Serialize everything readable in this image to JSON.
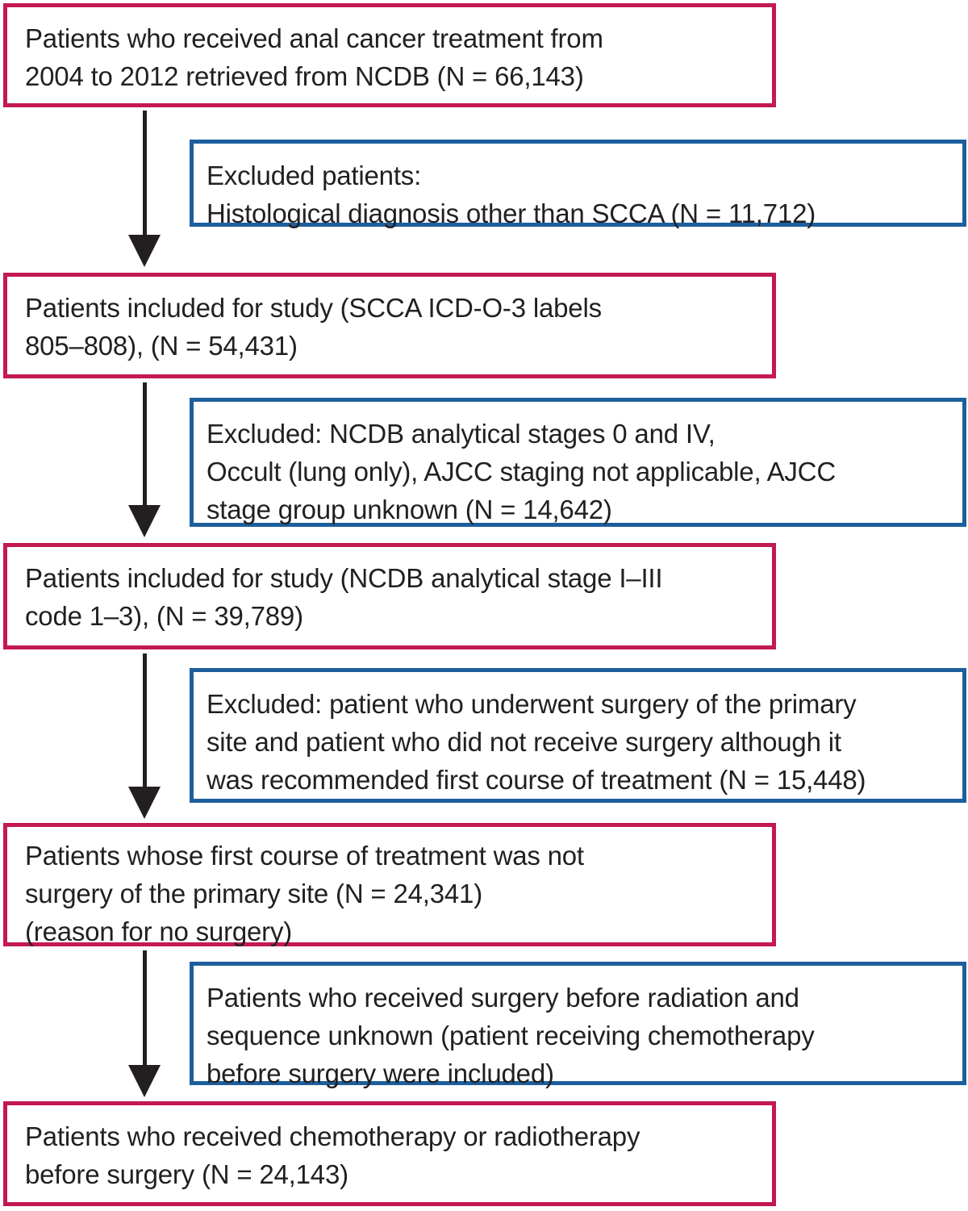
{
  "diagram": {
    "kind": "patient-selection-flowchart",
    "colors": {
      "cohort_border": "#c31951",
      "exclusion_border": "#1d5f9c",
      "text": "#231f20",
      "arrow": "#231f20",
      "background": "#ffffff"
    },
    "cohort_boxes": [
      {
        "label": "Patients who received anal cancer treatment from\n2004 to 2012 retrieved from NCDB (N = 66,143)",
        "n": "66,143"
      },
      {
        "label": "Patients included for study (SCCA ICD-O-3 labels\n805–808), (N = 54,431)",
        "n": "54,431"
      },
      {
        "label": "Patients included for study (NCDB analytical stage I–III\ncode 1–3), (N = 39,789)",
        "n": "39,789"
      },
      {
        "label": "Patients whose first course of treatment was not\nsurgery of the primary site (N = 24,341)\n(reason for no surgery)",
        "n": "24,341"
      },
      {
        "label": "Patients who received chemotherapy or radiotherapy\nbefore surgery (N = 24,143)",
        "n": "24,143"
      }
    ],
    "exclusion_boxes": [
      {
        "label": "Excluded patients:\nHistological diagnosis other than SCCA (N = 11,712)",
        "n": "11,712"
      },
      {
        "label": "Excluded: NCDB analytical stages 0 and IV,\nOccult (lung only), AJCC staging not applicable, AJCC\nstage group unknown (N = 14,642)",
        "n": "14,642"
      },
      {
        "label": "Excluded: patient who underwent surgery of the primary\nsite and patient who did not receive surgery although it\nwas recommended first course of treatment (N = 15,448)",
        "n": "15,448"
      },
      {
        "label": "Patients who received surgery before radiation and\nsequence unknown (patient receiving chemotherapy\nbefore surgery were included)",
        "n": ""
      }
    ]
  }
}
